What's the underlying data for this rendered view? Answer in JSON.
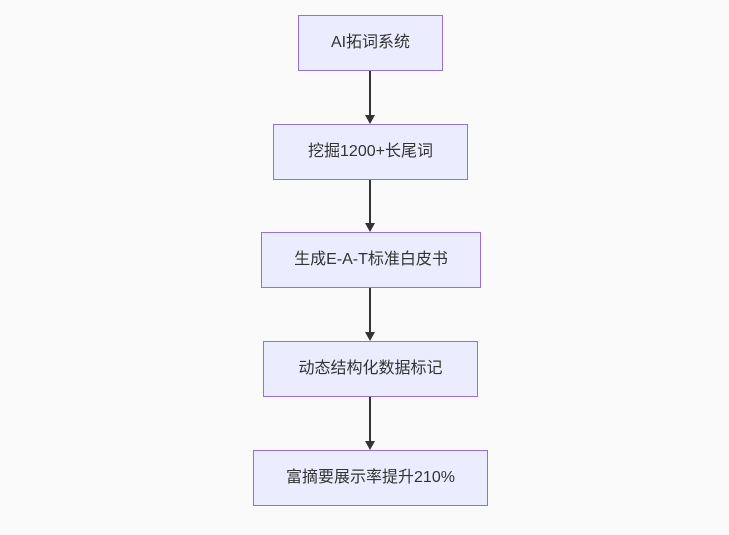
{
  "page": {
    "background_color": "#fafafa"
  },
  "diagram": {
    "type": "flowchart",
    "direction": "top-down",
    "node_fill_color": "#ECECFF",
    "node_border_color": "#9370DB",
    "text_color": "#333333",
    "arrow_color": "#333333",
    "nodes": [
      {
        "label": "AI拓词系统"
      },
      {
        "label": "挖掘1200+长尾词"
      },
      {
        "label": "生成E-A-T标准白皮书"
      },
      {
        "label": "动态结构化数据标记"
      },
      {
        "label": "富摘要展示率提升210%"
      }
    ],
    "edges": [
      {
        "from": 0,
        "to": 1,
        "arrow": "down"
      },
      {
        "from": 1,
        "to": 2,
        "arrow": "down"
      },
      {
        "from": 2,
        "to": 3,
        "arrow": "down"
      },
      {
        "from": 3,
        "to": 4,
        "arrow": "down"
      }
    ]
  }
}
